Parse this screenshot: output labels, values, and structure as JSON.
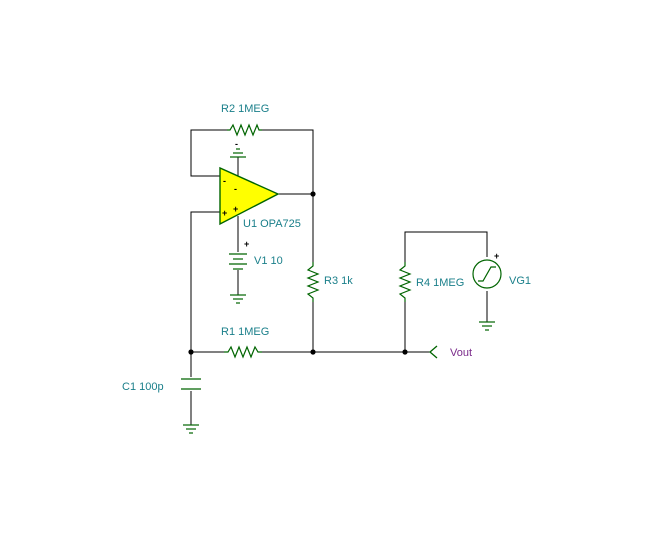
{
  "colors": {
    "wire": "#000000",
    "component": "#006400",
    "label": "#1a7f8a",
    "net_label": "#7a2a8a",
    "opamp_fill": "#ffff00"
  },
  "components": {
    "r2": {
      "ref": "R2",
      "value": "1MEG"
    },
    "r1": {
      "ref": "R1",
      "value": "1MEG"
    },
    "r3": {
      "ref": "R3",
      "value": "1k"
    },
    "r4": {
      "ref": "R4",
      "value": "1MEG"
    },
    "c1": {
      "ref": "C1",
      "value": "100p"
    },
    "u1": {
      "ref": "U1",
      "value": "OPA725"
    },
    "v1": {
      "ref": "V1",
      "value": "10"
    },
    "vg1": {
      "ref": "VG1"
    }
  },
  "labels": {
    "r2": "R2 1MEG",
    "r1": "R1 1MEG",
    "r3": "R3 1k",
    "r4": "R4 1MEG",
    "c1": "C1 100p",
    "u1": "U1 OPA725",
    "v1": "V1 10",
    "vg1": "VG1",
    "vout": "Vout"
  },
  "pin_marks": {
    "opamp_inv": "-",
    "opamp_noninv": "+",
    "opamp_top_supply": "-",
    "opamp_bottom_supply": "+",
    "battery_plus": "+",
    "vg1_plus": "+"
  }
}
